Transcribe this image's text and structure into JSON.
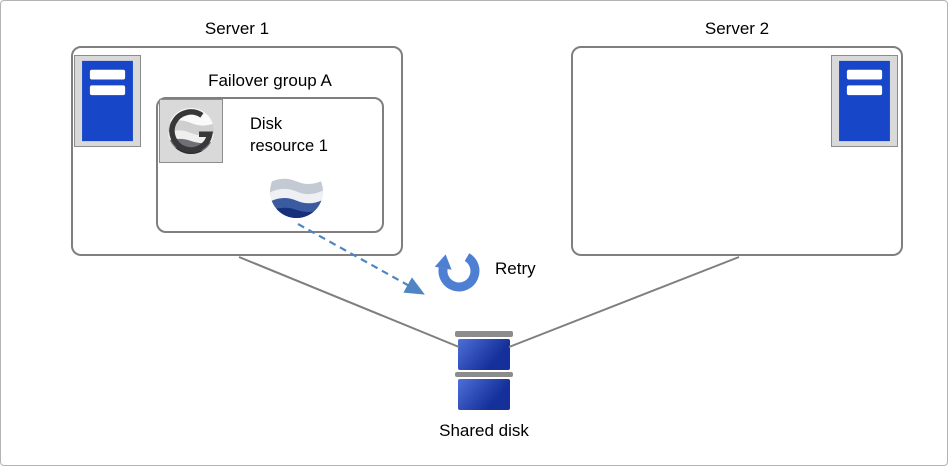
{
  "server1": {
    "label": "Server 1"
  },
  "server2": {
    "label": "Server 2"
  },
  "failover_group": {
    "label": "Failover group A"
  },
  "disk_resource": {
    "label": "Disk resource 1"
  },
  "retry": {
    "label": "Retry"
  },
  "shared_disk": {
    "label": "Shared disk"
  },
  "icons": {
    "server_icon": "server-tower",
    "failover_group_icon": "cluster-sphere-g-logo",
    "disk_resource_icon": "blue-swirl-sphere",
    "retry_icon": "circular-arrow",
    "shared_disk_icon": "stacked-disk"
  },
  "colors": {
    "server_blue": "#1846c8",
    "box_border": "#7f7f7f",
    "icon_bg": "#d9d9d9",
    "icon_border": "#8c8c8c",
    "retry_blue": "#4e7fd2",
    "arrow_blue": "#4e86c4",
    "line_gray": "#7f7f7f",
    "disk_blue_dark": "#15309a",
    "disk_blue_light": "#4e6fd8",
    "disk_cap_gray": "#8c8c8c"
  }
}
